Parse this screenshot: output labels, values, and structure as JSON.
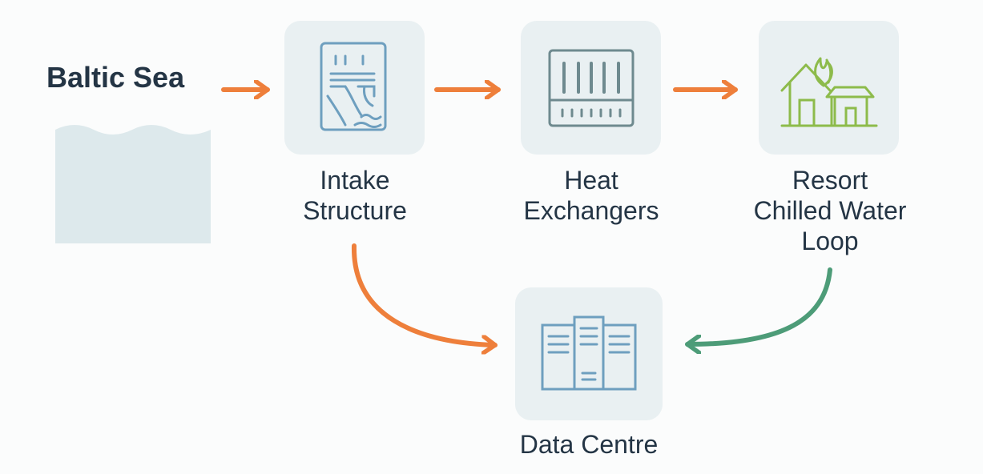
{
  "diagram": {
    "source": {
      "label": "Baltic Sea",
      "icon": "sea-water-icon"
    },
    "nodes": [
      {
        "id": "intake",
        "label_line1": "Intake",
        "label_line2": "Structure",
        "icon": "intake-structure-icon"
      },
      {
        "id": "heat-exchangers",
        "label_line1": "Heat",
        "label_line2": "Exchangers",
        "icon": "heat-exchanger-icon"
      },
      {
        "id": "resort",
        "label_line1": "Resort",
        "label_line2": "Chilled Water",
        "label_line3": "Loop",
        "icon": "resort-house-icon"
      },
      {
        "id": "data-centre",
        "label": "Data Centre",
        "icon": "server-rack-icon"
      }
    ],
    "edges": [
      {
        "from": "Baltic Sea",
        "to": "Intake Structure",
        "color": "#ee7f3b"
      },
      {
        "from": "Intake Structure",
        "to": "Heat Exchangers",
        "color": "#ee7f3b"
      },
      {
        "from": "Heat Exchangers",
        "to": "Resort Chilled Water Loop",
        "color": "#ee7f3b"
      },
      {
        "from": "Intake Structure",
        "to": "Data Centre",
        "color": "#ee7f3b"
      },
      {
        "from": "Resort Chilled Water Loop",
        "to": "Data Centre",
        "color": "#4d9c78"
      }
    ],
    "colors": {
      "background": "#fbfcfc",
      "text": "#243545",
      "tile": "#e9f0f2",
      "water": "#dde9ec",
      "icon_blue": "#6e9fbf",
      "icon_slate": "#6e8a8f",
      "icon_green": "#8dbb4b",
      "arrow_orange": "#ee7f3b",
      "arrow_green": "#4d9c78"
    }
  }
}
